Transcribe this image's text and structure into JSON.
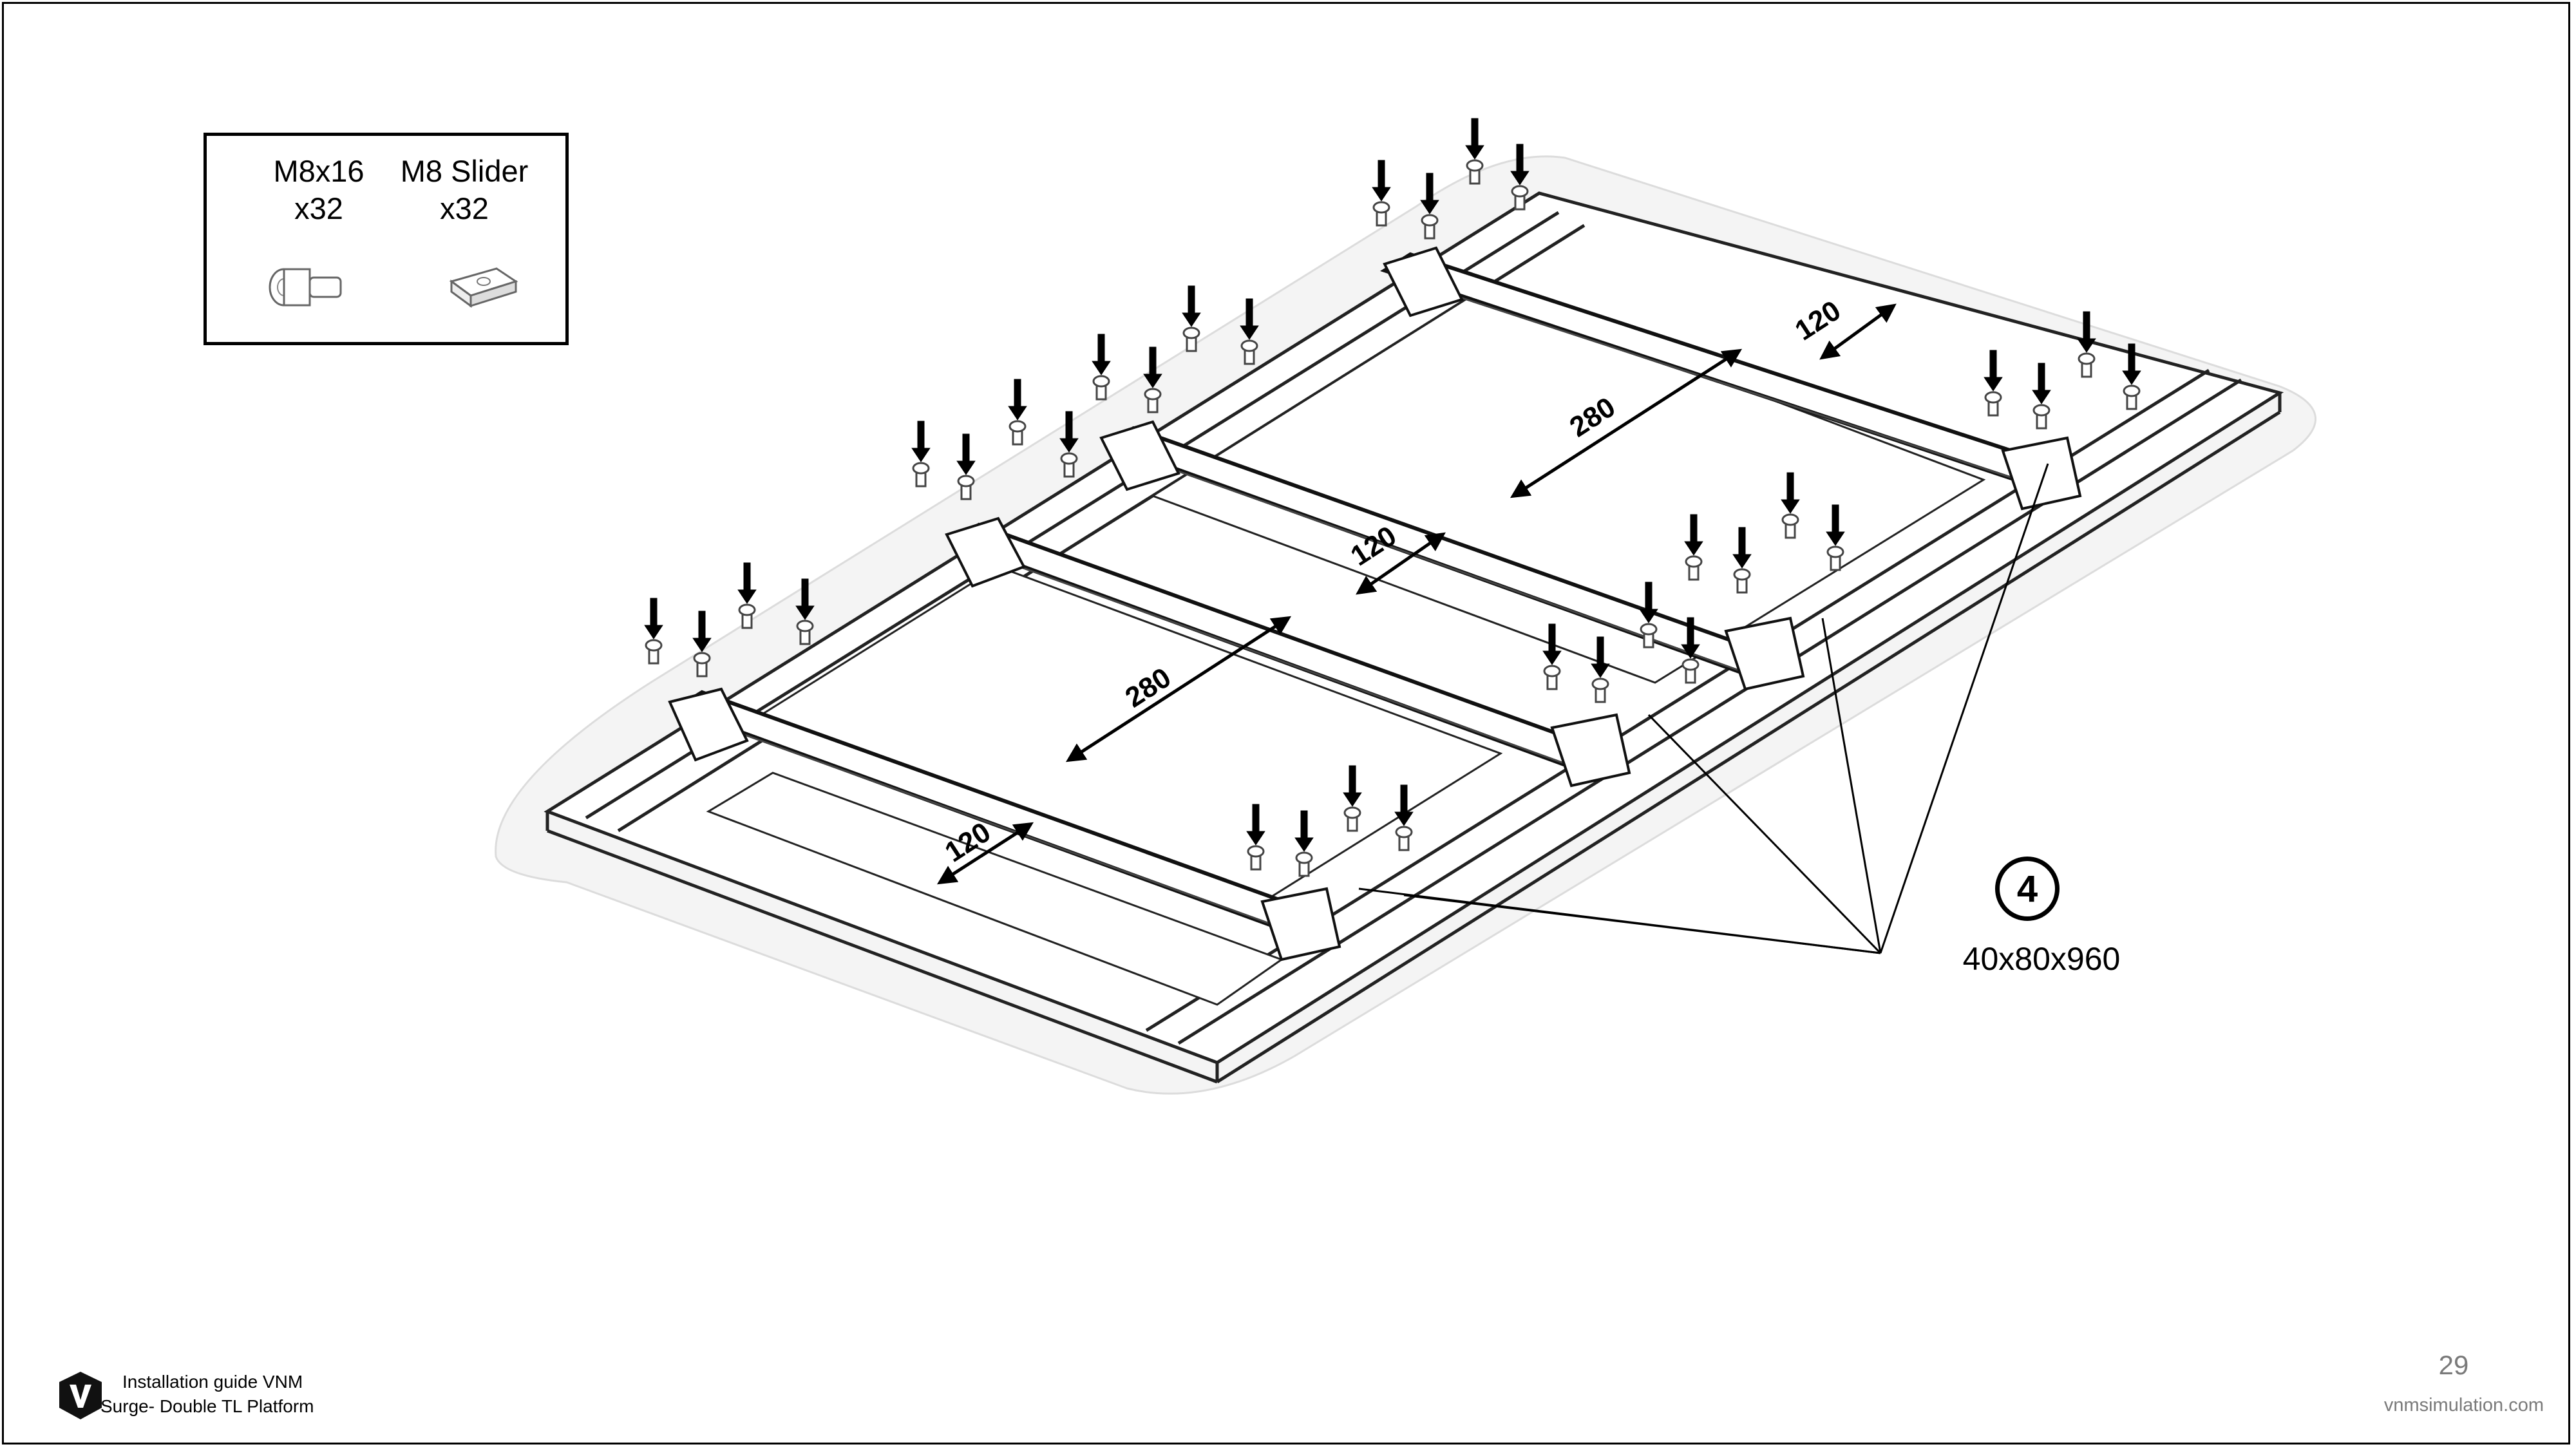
{
  "parts": [
    {
      "name": "M8x16",
      "qty": "x32",
      "icon": "m8-bolt-icon"
    },
    {
      "name": "M8 Slider",
      "qty": "x32",
      "icon": "t-slot-slider-icon"
    }
  ],
  "dimensions": {
    "d1": "120",
    "d2": "280",
    "d3": "120",
    "d4": "280",
    "d5": "120"
  },
  "callout": {
    "number": "4",
    "label": "40x80x960"
  },
  "footer": {
    "line1": "Installation guide VNM",
    "line2": "Surge- Double TL Platform",
    "page_number": "29",
    "website": "vnmsimulation.com",
    "logo_icon": "vnm-shield-logo-icon"
  },
  "colors": {
    "ink": "#000000",
    "muted": "#7a7a7a",
    "background": "#ffffff"
  }
}
